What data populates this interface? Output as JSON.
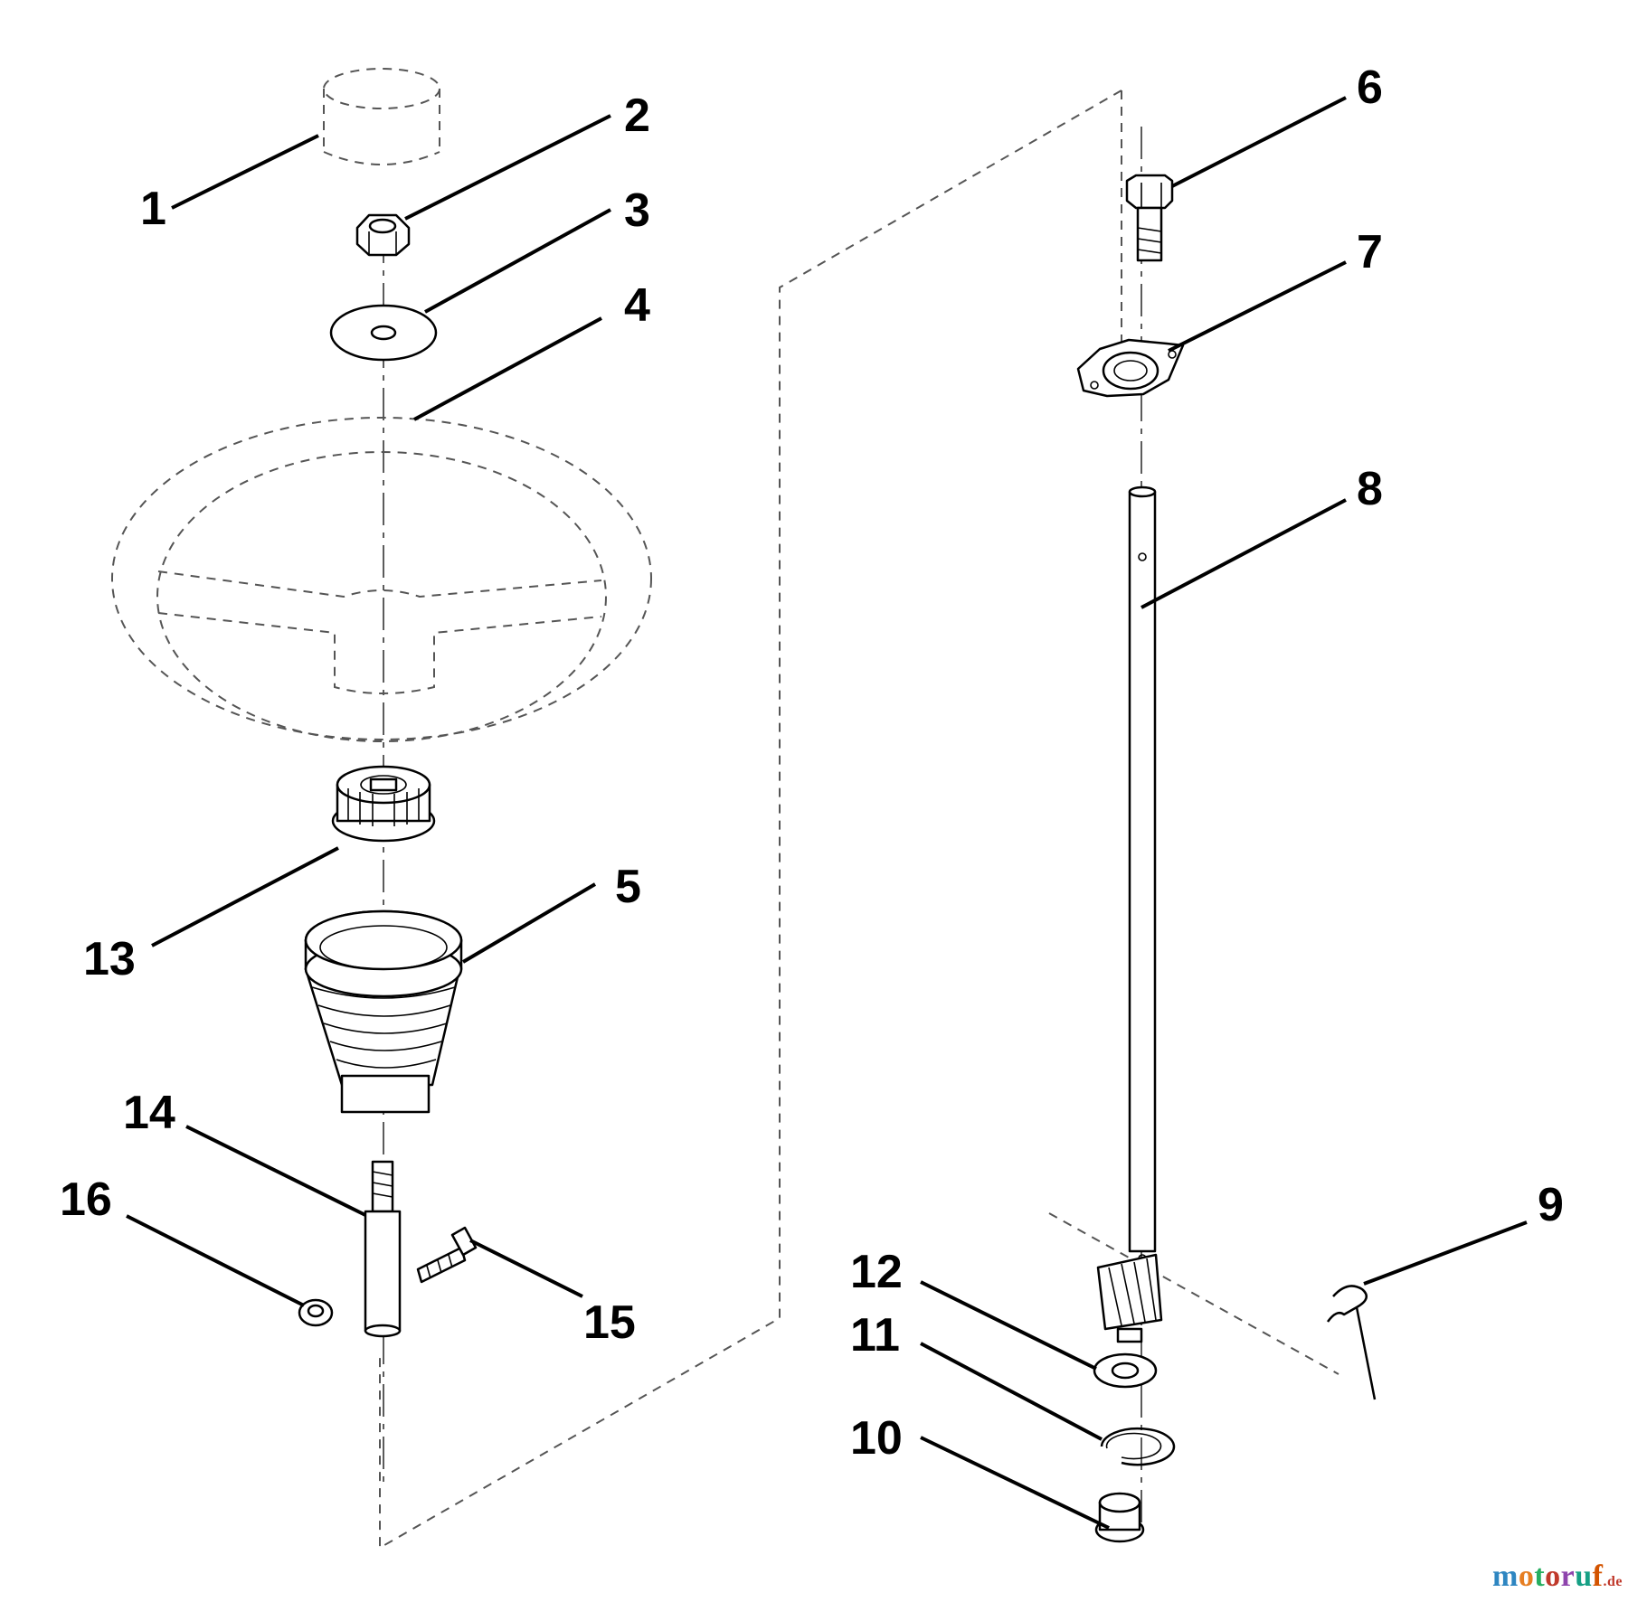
{
  "diagram": {
    "callouts": [
      {
        "id": "1",
        "label": "1"
      },
      {
        "id": "2",
        "label": "2"
      },
      {
        "id": "3",
        "label": "3"
      },
      {
        "id": "4",
        "label": "4"
      },
      {
        "id": "5",
        "label": "5"
      },
      {
        "id": "6",
        "label": "6"
      },
      {
        "id": "7",
        "label": "7"
      },
      {
        "id": "8",
        "label": "8"
      },
      {
        "id": "9",
        "label": "9"
      },
      {
        "id": "10",
        "label": "10"
      },
      {
        "id": "11",
        "label": "11"
      },
      {
        "id": "12",
        "label": "12"
      },
      {
        "id": "13",
        "label": "13"
      },
      {
        "id": "14",
        "label": "14"
      },
      {
        "id": "15",
        "label": "15"
      },
      {
        "id": "16",
        "label": "16"
      }
    ]
  },
  "watermark": {
    "letters": [
      "m",
      "o",
      "t",
      "o",
      "r",
      "u",
      "f"
    ],
    "colors": [
      "#2e86c1",
      "#e67e22",
      "#27ae60",
      "#c0392b",
      "#8e44ad",
      "#16a085",
      "#d35400"
    ],
    "suffix": ".de"
  }
}
